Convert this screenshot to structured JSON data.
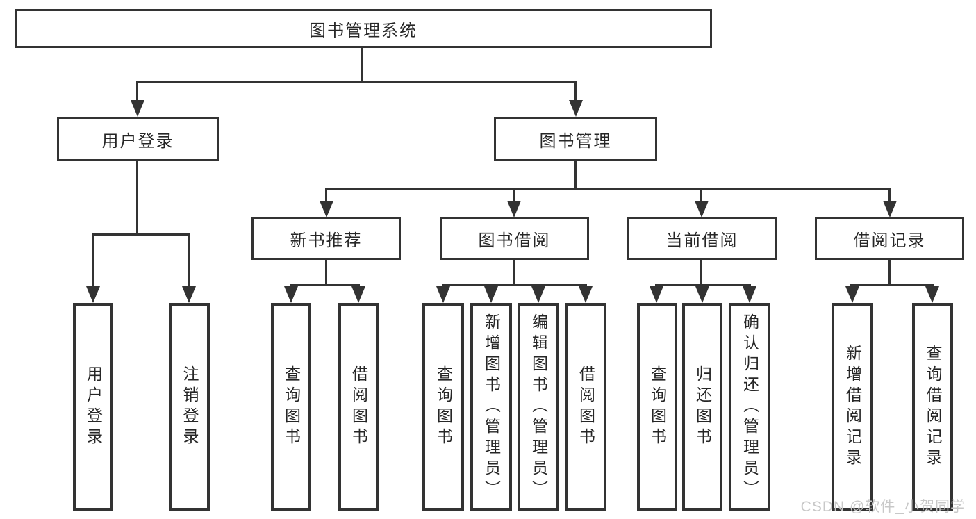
{
  "diagram": {
    "root": "图书管理系统",
    "children": [
      {
        "label": "用户登录",
        "children": [
          "用户登录",
          "注销登录"
        ]
      },
      {
        "label": "图书管理",
        "children": [
          {
            "label": "新书推荐",
            "children": [
              "查询图书",
              "借阅图书"
            ]
          },
          {
            "label": "图书借阅",
            "children": [
              "查询图书",
              "新增图书（管理员）",
              "编辑图书（管理员）",
              "借阅图书"
            ]
          },
          {
            "label": "当前借阅",
            "children": [
              "查询图书",
              "归还图书",
              "确认归还（管理员）"
            ]
          },
          {
            "label": "借阅记录",
            "children": [
              "新增借阅记录",
              "查询借阅记录"
            ]
          }
        ]
      }
    ]
  },
  "watermark": {
    "text": "CSDN @软件_小贺同学"
  },
  "colors": {
    "line": "#333333",
    "box_border": "#333333",
    "text": "#262626",
    "watermark": "#c8c8c8",
    "background": "#ffffff"
  }
}
